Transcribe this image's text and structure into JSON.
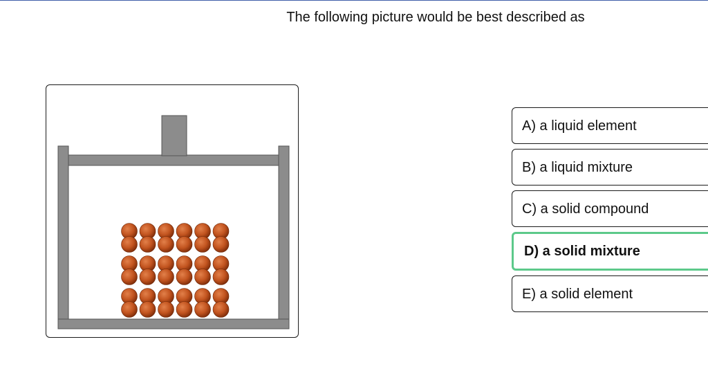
{
  "question": {
    "text": "The following picture would be best described as"
  },
  "figure": {
    "particle_rows": 3,
    "particle_cols": 6,
    "particle_color": "#c2541f",
    "wall_color": "#8c8c8c"
  },
  "answers": [
    {
      "label": "A) a liquid element",
      "selected": false
    },
    {
      "label": "B) a liquid mixture",
      "selected": false
    },
    {
      "label": "C) a solid compound",
      "selected": false
    },
    {
      "label": "D) a solid mixture",
      "selected": true
    },
    {
      "label": "E) a solid element",
      "selected": false
    }
  ],
  "colors": {
    "selected_border": "#5cc98a",
    "top_rule": "#3f5ea8"
  }
}
